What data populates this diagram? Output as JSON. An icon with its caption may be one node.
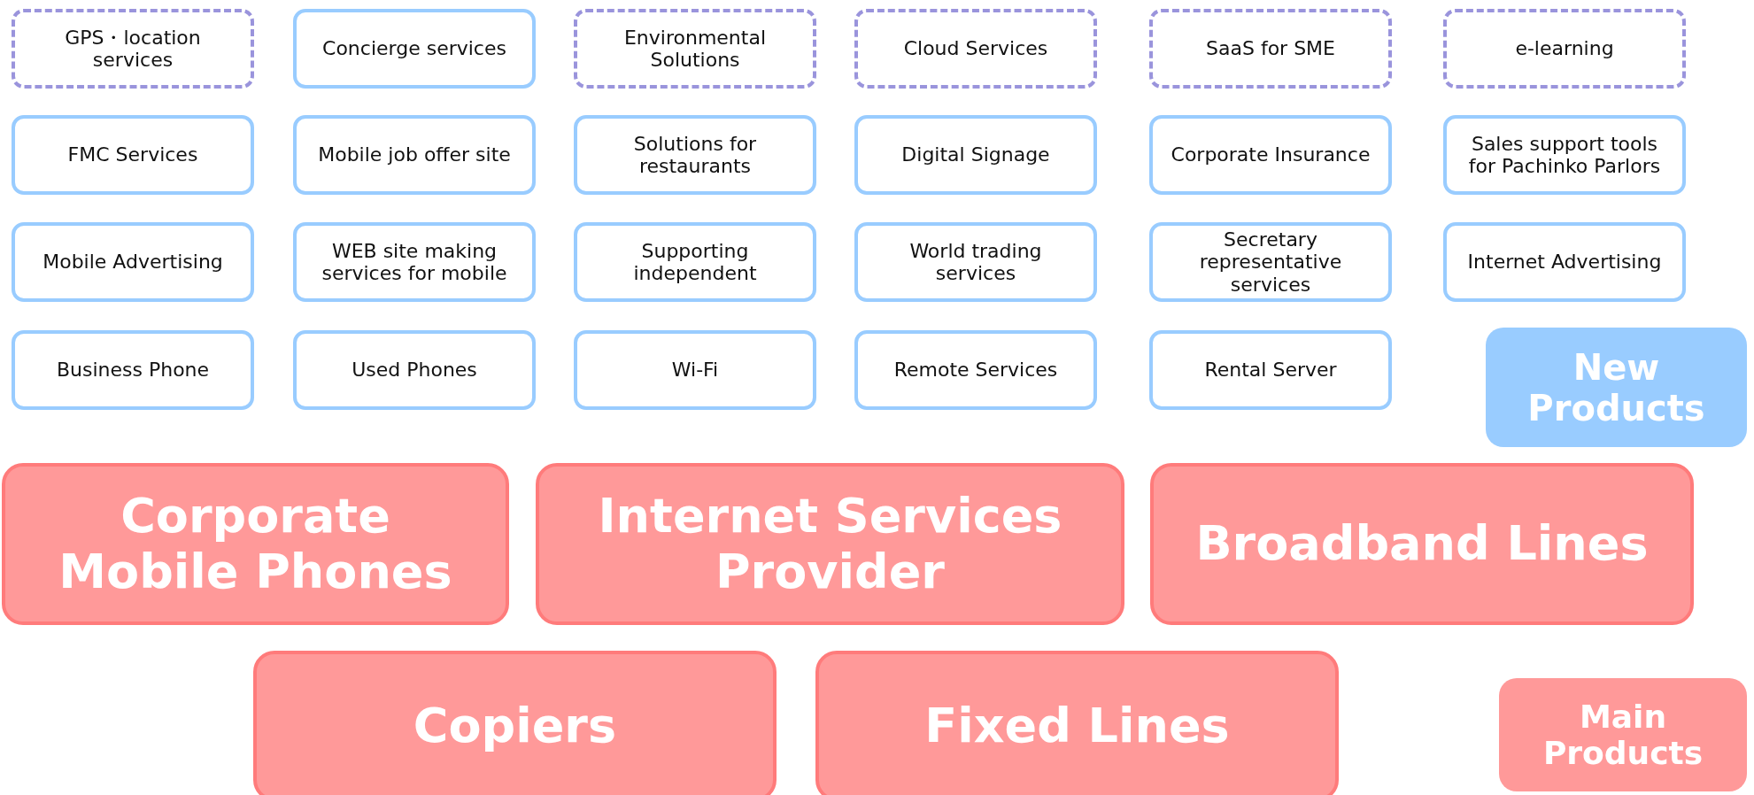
{
  "diagram": {
    "nodes": [
      {
        "text": [
          "GPS・location services"
        ]
      },
      {
        "text": [
          "Concierge services"
        ]
      },
      {
        "text": [
          "Environmental Solutions"
        ]
      },
      {
        "text": [
          "Cloud Services"
        ]
      },
      {
        "text": [
          "SaaS for SME"
        ]
      },
      {
        "text": [
          "e-learning"
        ]
      },
      {
        "text": [
          "FMC Services"
        ]
      },
      {
        "text": [
          "Mobile job offer site"
        ]
      },
      {
        "text": [
          "Solutions for restaurants"
        ]
      },
      {
        "text": [
          "Digital Signage"
        ]
      },
      {
        "text": [
          "Corporate Insurance"
        ]
      },
      {
        "text": [
          "Sales support tools for Pachinko Parlors"
        ]
      },
      {
        "text": [
          "Mobile Advertising"
        ]
      },
      {
        "text": [
          "WEB site making services for mobile"
        ]
      },
      {
        "text": [
          "Supporting independent"
        ]
      },
      {
        "text": [
          "World trading services"
        ]
      },
      {
        "text": [
          "Secretary representative services"
        ]
      },
      {
        "text": [
          "Internet Advertising"
        ]
      },
      {
        "text": [
          "Business Phone"
        ]
      },
      {
        "text": [
          "Used Phones"
        ]
      },
      {
        "text": [
          "Wi-Fi"
        ]
      },
      {
        "text": [
          "Remote Services"
        ]
      },
      {
        "text": [
          "Rental Server"
        ]
      },
      {
        "text": [
          "Corporate Mobile Phones"
        ]
      },
      {
        "text": [
          "Internet Services Provider"
        ]
      },
      {
        "text": [
          "Broadband Lines"
        ]
      },
      {
        "text": [
          "Copiers"
        ]
      },
      {
        "text": [
          "Fixed Lines"
        ]
      }
    ],
    "legend": [
      {
        "text": "New Products",
        "color": "#99ccff"
      },
      {
        "text": "Main Products",
        "color": "#ff9999"
      }
    ]
  }
}
